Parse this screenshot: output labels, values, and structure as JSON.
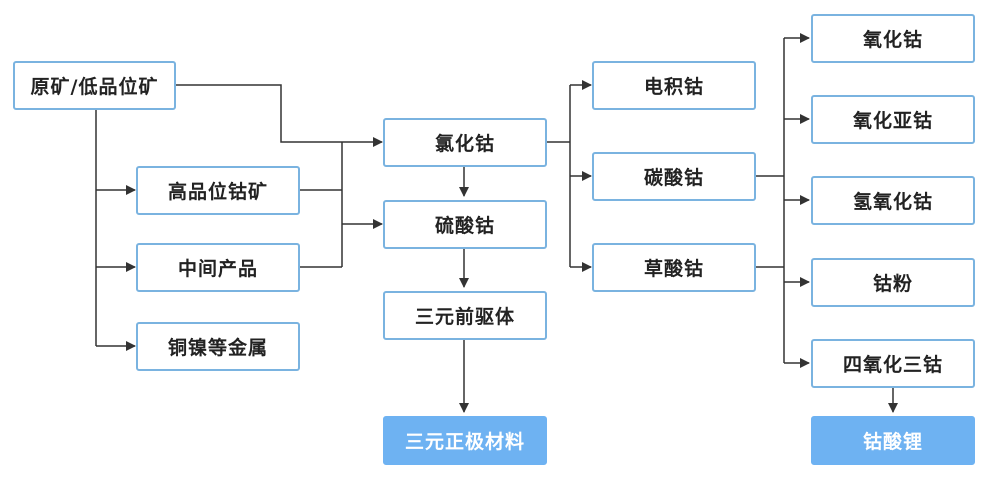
{
  "nodes": {
    "raw_ore": "原矿/低品位矿",
    "high_grade_ore": "高品位钴矿",
    "intermediate": "中间产品",
    "cu_ni_metals": "铜镍等金属",
    "cobalt_chloride": "氯化钴",
    "cobalt_sulfate": "硫酸钴",
    "ternary_precursor": "三元前驱体",
    "ternary_cathode": "三元正极材料",
    "electro_cobalt": "电积钴",
    "cobalt_carbonate": "碳酸钴",
    "cobalt_oxalate": "草酸钴",
    "cobalt_oxide": "氧化钴",
    "cobaltous_oxide": "氧化亚钴",
    "cobalt_hydroxide": "氢氧化钴",
    "cobalt_powder": "钴粉",
    "tricobalt_tetroxide": "四氧化三钴",
    "lithium_cobaltate": "钴酸锂"
  },
  "colors": {
    "node_border": "#7ab3e0",
    "final_fill": "#6eb2f2",
    "arrow": "#333333"
  }
}
